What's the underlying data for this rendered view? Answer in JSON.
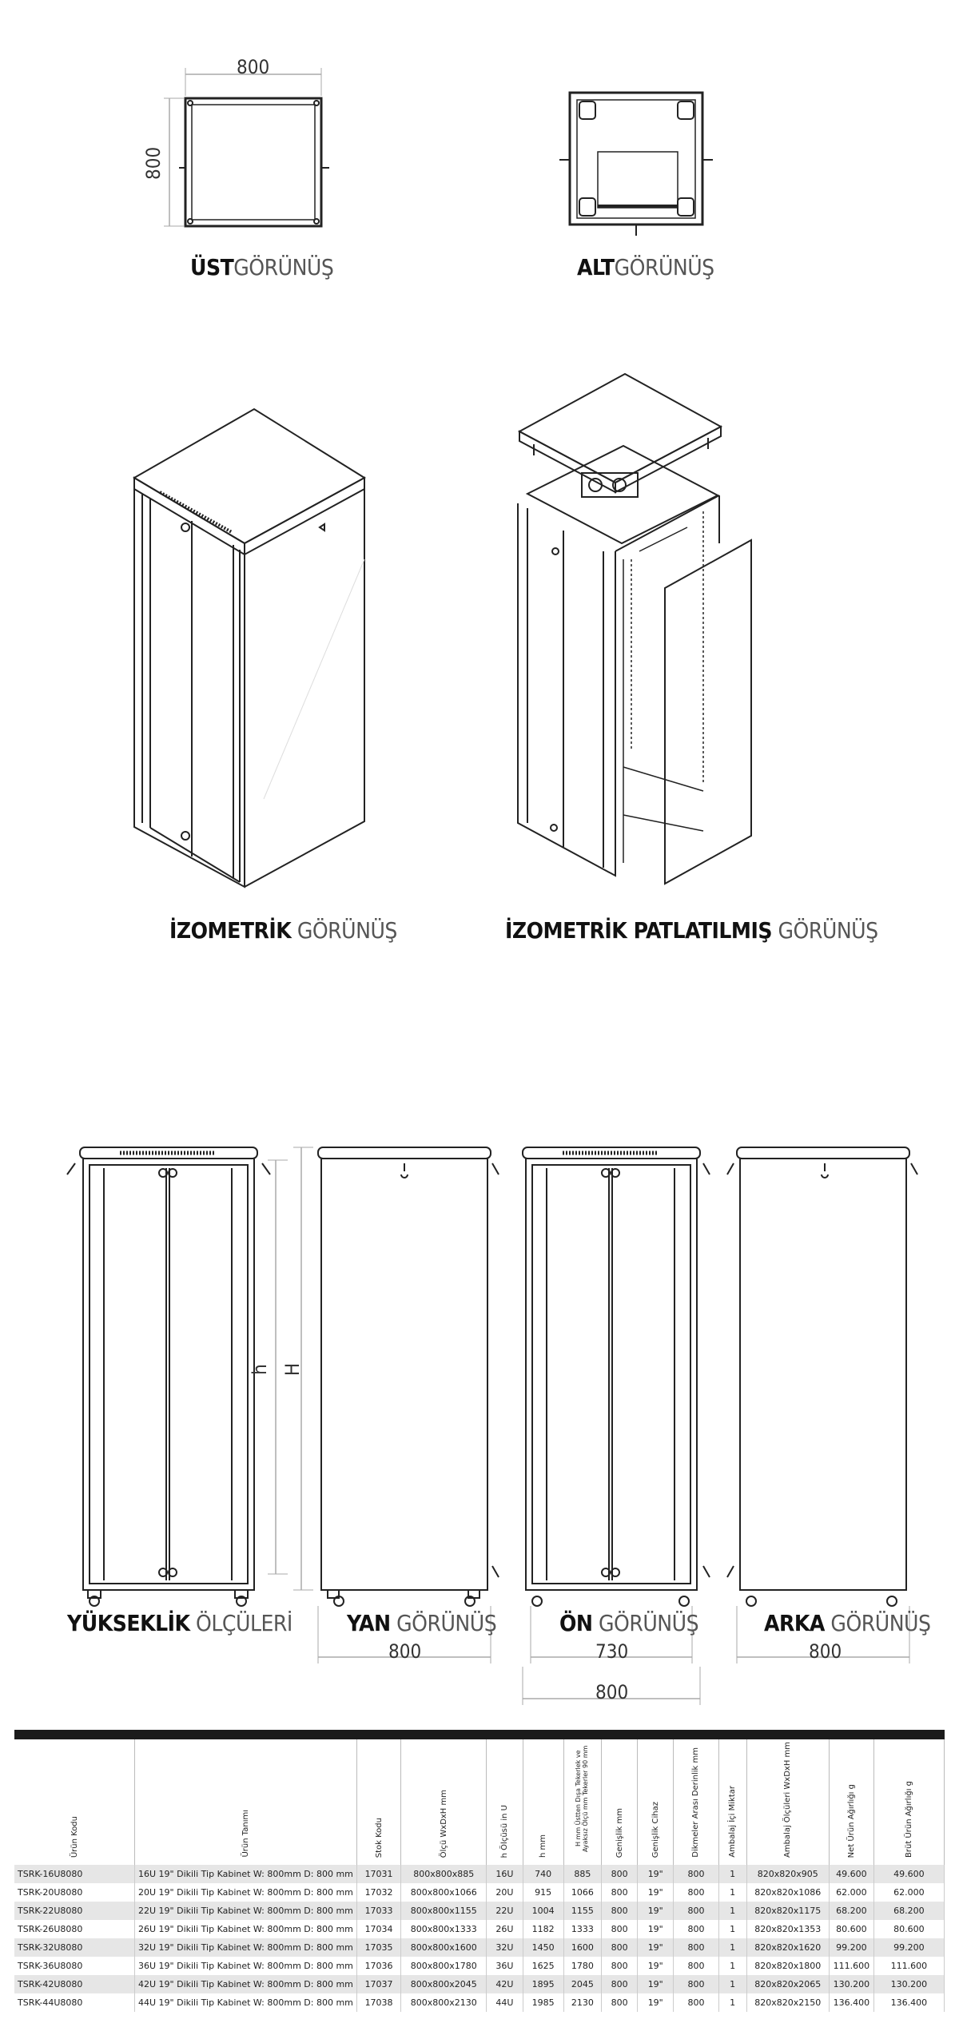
{
  "views": {
    "ust": {
      "bold": "ÜST",
      "thin": "GÖRÜNÜŞ"
    },
    "alt": {
      "bold": "ALT",
      "thin": "GÖRÜNÜŞ"
    },
    "izometrik": {
      "bold": "İZOMETRİK",
      "thin": "GÖRÜNÜŞ"
    },
    "patlatilmis": {
      "bold": "İZOMETRİK PATLATILMIŞ",
      "thin": "GÖRÜNÜŞ"
    },
    "yukseklik": {
      "bold": "YÜKSEKLİK",
      "thin": "ÖLÇÜLERİ"
    },
    "yan": {
      "bold": "YAN",
      "thin": "GÖRÜNÜŞ"
    },
    "on": {
      "bold": "ÖN",
      "thin": "GÖRÜNÜŞ"
    },
    "arka": {
      "bold": "ARKA",
      "thin": "GÖRÜNÜŞ"
    }
  },
  "dims": {
    "top_width": "800",
    "top_depth": "800",
    "h": "h",
    "H": "H",
    "yan_width": "800",
    "on_inner": "730",
    "on_outer": "800",
    "arka_width": "800"
  },
  "table": {
    "headers": [
      "Ürün Kodu",
      "Ürün Tanımı",
      "Stok Kodu",
      "Ölçü WxDxH mm",
      "h Ölçüsü in U",
      "h mm",
      "H mm Üstten Dışa Tekerlek ve Ayaksız Ölçü mm Tekerler 90 mm",
      "Genişlik mm",
      "Genişlik Cihaz",
      "Dikmeler Arası Derinlik mm",
      "Ambalaj İçi Miktar",
      "Ambalaj Ölçüleri WxDxH mm",
      "Net Ürün Ağırlığı g",
      "Brüt Ürün Ağırlığı g"
    ],
    "rows": [
      [
        "TSRK-16U8080",
        "16U 19\" Dikili Tip Kabinet W: 800mm D: 800 mm",
        "17031",
        "800x800x885",
        "16U",
        "740",
        "885",
        "800",
        "19\"",
        "800",
        "1",
        "820x820x905",
        "49.600",
        "49.600"
      ],
      [
        "TSRK-20U8080",
        "20U 19\" Dikili Tip Kabinet W: 800mm D: 800 mm",
        "17032",
        "800x800x1066",
        "20U",
        "915",
        "1066",
        "800",
        "19\"",
        "800",
        "1",
        "820x820x1086",
        "62.000",
        "62.000"
      ],
      [
        "TSRK-22U8080",
        "22U 19\" Dikili Tip Kabinet W: 800mm D: 800 mm",
        "17033",
        "800x800x1155",
        "22U",
        "1004",
        "1155",
        "800",
        "19\"",
        "800",
        "1",
        "820x820x1175",
        "68.200",
        "68.200"
      ],
      [
        "TSRK-26U8080",
        "26U 19\" Dikili Tip Kabinet W: 800mm D: 800 mm",
        "17034",
        "800x800x1333",
        "26U",
        "1182",
        "1333",
        "800",
        "19\"",
        "800",
        "1",
        "820x820x1353",
        "80.600",
        "80.600"
      ],
      [
        "TSRK-32U8080",
        "32U 19\" Dikili Tip Kabinet W: 800mm D: 800 mm",
        "17035",
        "800x800x1600",
        "32U",
        "1450",
        "1600",
        "800",
        "19\"",
        "800",
        "1",
        "820x820x1620",
        "99.200",
        "99.200"
      ],
      [
        "TSRK-36U8080",
        "36U 19\" Dikili Tip Kabinet W: 800mm D: 800 mm",
        "17036",
        "800x800x1780",
        "36U",
        "1625",
        "1780",
        "800",
        "19\"",
        "800",
        "1",
        "820x820x1800",
        "111.600",
        "111.600"
      ],
      [
        "TSRK-42U8080",
        "42U 19\" Dikili Tip Kabinet W: 800mm D: 800 mm",
        "17037",
        "800x800x2045",
        "42U",
        "1895",
        "2045",
        "800",
        "19\"",
        "800",
        "1",
        "820x820x2065",
        "130.200",
        "130.200"
      ],
      [
        "TSRK-44U8080",
        "44U 19\" Dikili Tip Kabinet W: 800mm D: 800 mm",
        "17038",
        "800x800x2130",
        "44U",
        "1985",
        "2130",
        "800",
        "19\"",
        "800",
        "1",
        "820x820x2150",
        "136.400",
        "136.400"
      ]
    ]
  }
}
